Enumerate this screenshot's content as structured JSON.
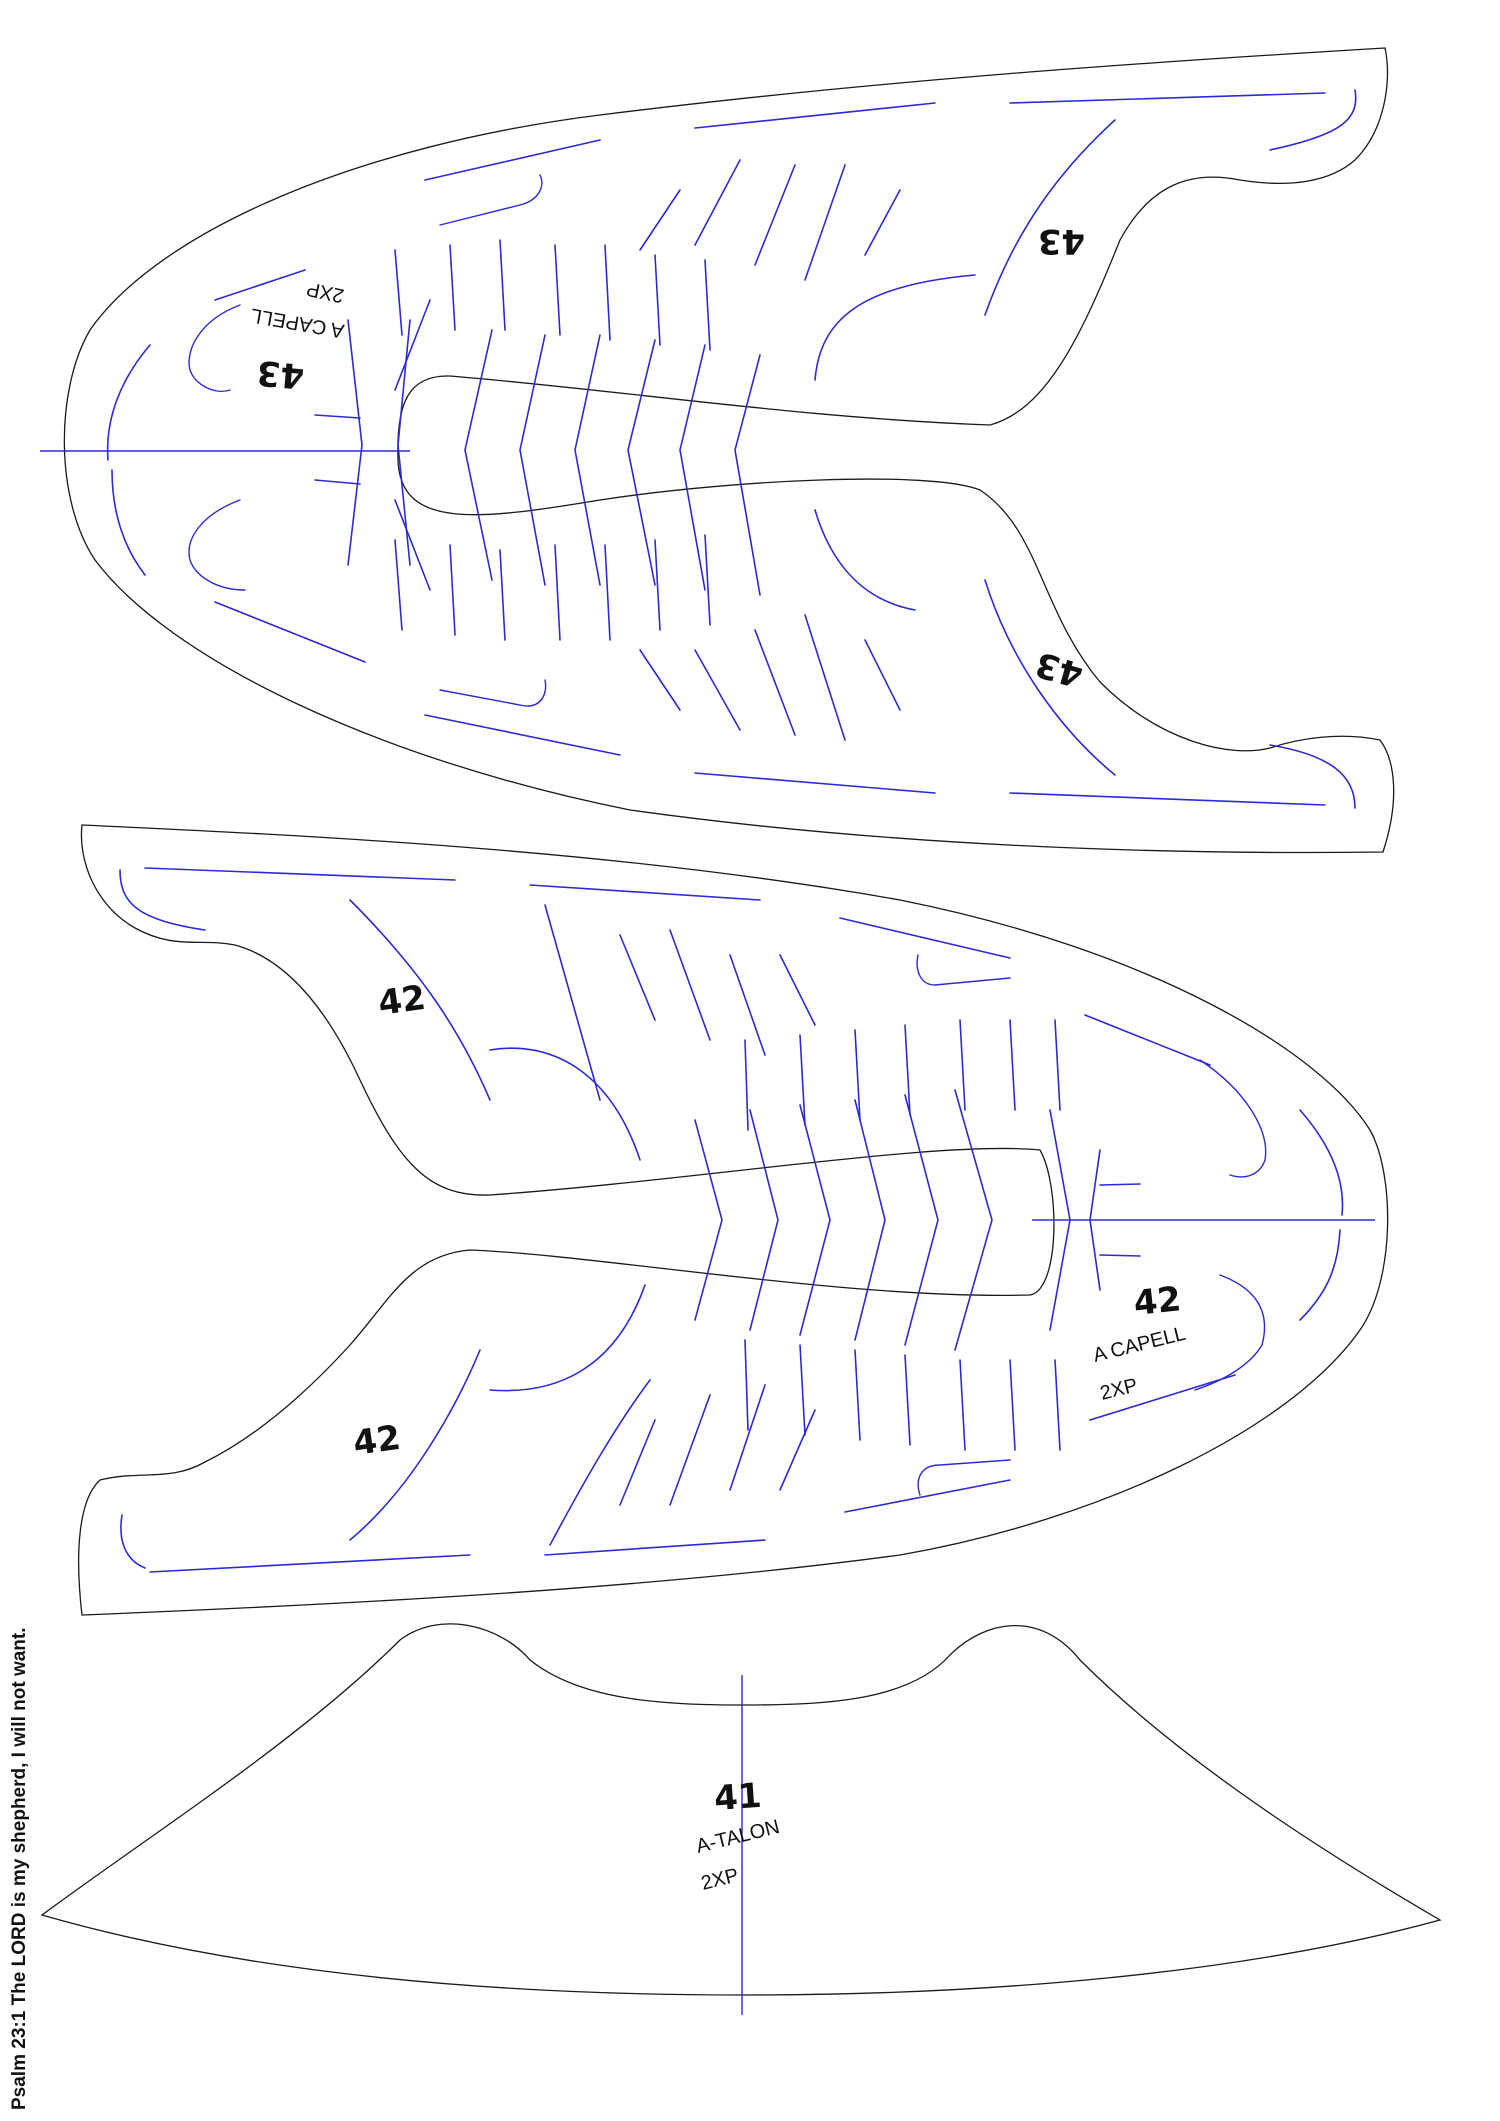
{
  "colors": {
    "outline": "#1a1a1a",
    "cut_lines": "#2b2bd6",
    "text": "#111111"
  },
  "footer_verse": "Psalm 23:1 The LORD is my shepherd, I will not want.",
  "pieces": {
    "piece43": {
      "number": "43",
      "part_name": "A CAPELL",
      "quantity": "2XP",
      "side_number_top": "43",
      "side_number_bottom": "43"
    },
    "piece42": {
      "number": "42",
      "part_name": "A CAPELL",
      "quantity": "2XP",
      "side_number_top": "42",
      "side_number_bottom": "42"
    },
    "piece41": {
      "number": "41",
      "part_name": "A-TALON",
      "quantity": "2XP"
    }
  }
}
